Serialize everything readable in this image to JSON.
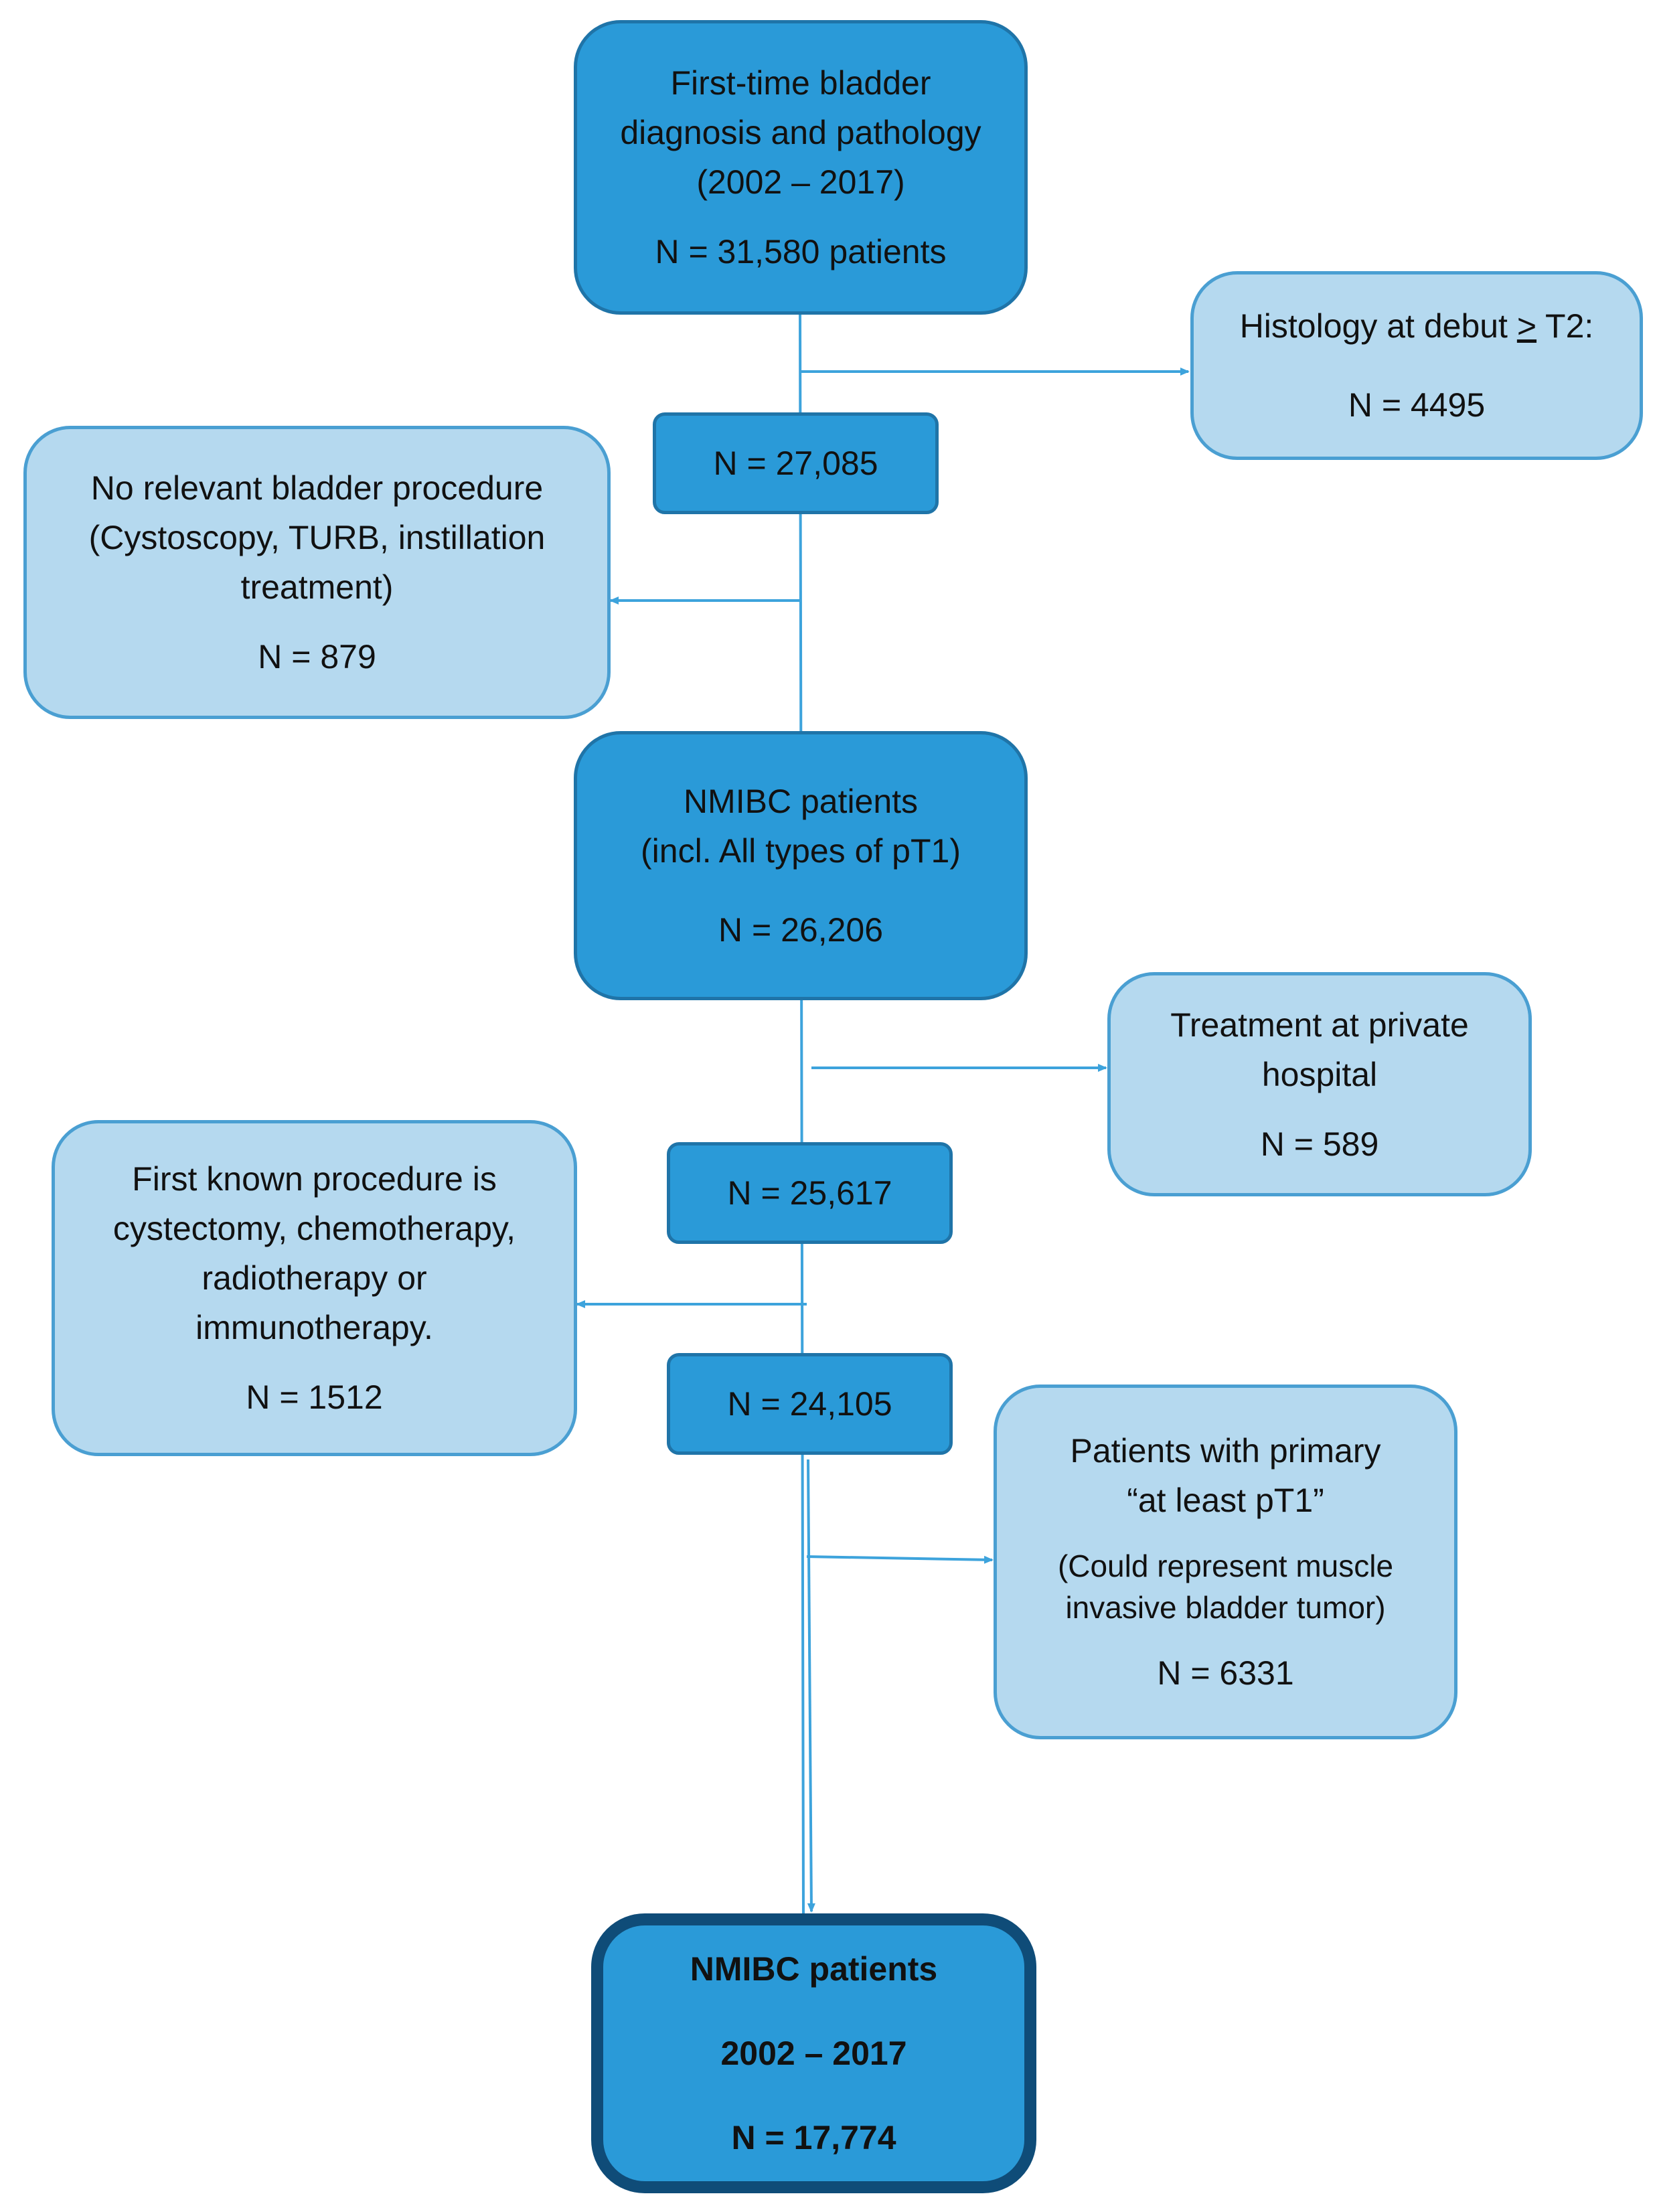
{
  "colors": {
    "dark_box": "#2a9ad8",
    "light_box": "#b5d9ef",
    "final_border": "#0f4c78",
    "arrow": "#3da3dc"
  },
  "boxes": {
    "start": {
      "lines": [
        "First-time bladder",
        "diagnosis and pathology",
        "(2002 – 2017)"
      ],
      "count": "N = 31,580 patients"
    },
    "excl_histology": {
      "label_prefix": "Histology at debut ",
      "label_ge": ">",
      "label_suffix": " T2:",
      "count": "N = 4495"
    },
    "n1": {
      "count": "N = 27,085"
    },
    "excl_no_procedure": {
      "lines": [
        "No relevant bladder procedure",
        "(Cystoscopy, TURB, instillation",
        "treatment)"
      ],
      "count": "N = 879"
    },
    "nmibc": {
      "lines": [
        "NMIBC patients",
        "(incl. All types of pT1)"
      ],
      "count": "N = 26,206"
    },
    "excl_private": {
      "lines": [
        "Treatment at private",
        "hospital"
      ],
      "count": "N = 589"
    },
    "n2": {
      "count": "N = 25,617"
    },
    "excl_first_procedure": {
      "lines": [
        "First known procedure is",
        "cystectomy, chemotherapy,",
        "radiotherapy or",
        "immunotherapy."
      ],
      "count": "N = 1512"
    },
    "n3": {
      "count": "N = 24,105"
    },
    "excl_pt1": {
      "lines": [
        "Patients with primary",
        "“at least pT1”"
      ],
      "note": [
        "(Could represent muscle",
        "invasive bladder tumor)"
      ],
      "count": "N = 6331"
    },
    "final": {
      "title": "NMIBC patients",
      "period": "2002 – 2017",
      "count": "N = 17,774"
    }
  }
}
